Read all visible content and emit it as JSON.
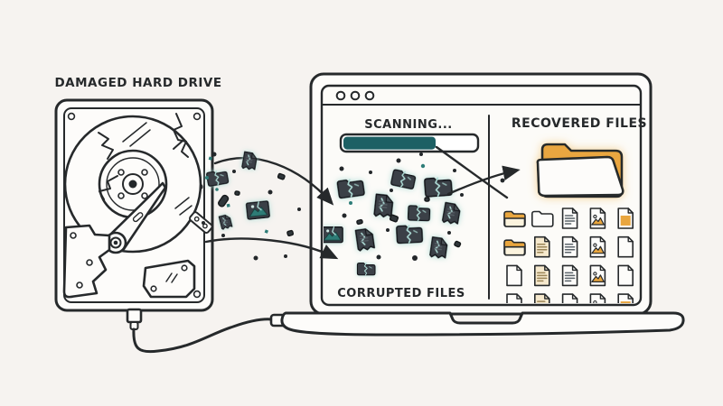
{
  "scene": {
    "background": "#f6f3f0",
    "description_kind": "hand-drawn data recovery illustration"
  },
  "colors": {
    "ink": "#26292b",
    "paper": "#fdfcfa",
    "teal": "#1d6064",
    "teal_glow": "#aedbd6",
    "orange": "#e9a63f",
    "orange_glow": "#f4cd8a",
    "cream": "#f6e9cd",
    "dark_icon": "#3a4046",
    "bg": "#f6f3f0"
  },
  "hard_drive": {
    "label": "DAMAGED HARD DRIVE"
  },
  "window": {
    "traffic_light_count": 3
  },
  "scan": {
    "label": "SCANNING...",
    "progress_percent": 70
  },
  "corrupted": {
    "label": "CORRUPTED FILES",
    "icon_kinds": [
      "broken-folder",
      "torn-document",
      "broken-image-file"
    ]
  },
  "recovered": {
    "label": "RECOVERED FILES",
    "grid": [
      [
        "folder-orange",
        "folder-white",
        "doc-lines",
        "image-file",
        "file-orange"
      ],
      [
        "folder-orange",
        "doc-cream",
        "doc-lines",
        "image-file",
        "file-blank"
      ],
      [
        "file-blank",
        "doc-cream",
        "doc-lines",
        "image-file",
        "file-blank"
      ],
      [
        "file-blank",
        "doc-cream",
        "file-blank",
        "image-file",
        "file-orange"
      ]
    ]
  }
}
